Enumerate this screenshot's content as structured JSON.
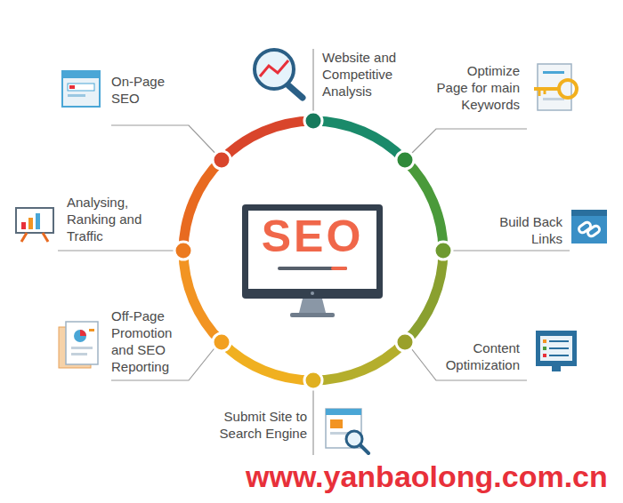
{
  "diagram": {
    "nodes": [
      {
        "text": [
          "SEO"
        ]
      }
    ],
    "labels": [
      "On-Page SEO",
      "Website and Competitive Analysis",
      "Optimize Page for main Keywords",
      "Analysing, Ranking and Traffic",
      "Build Back Links",
      "Off-Page Promotion and SEO Reporting",
      "Content Optimization",
      "Submit Site to Search Engine",
      "www.yanbaolong.com.cn"
    ]
  }
}
